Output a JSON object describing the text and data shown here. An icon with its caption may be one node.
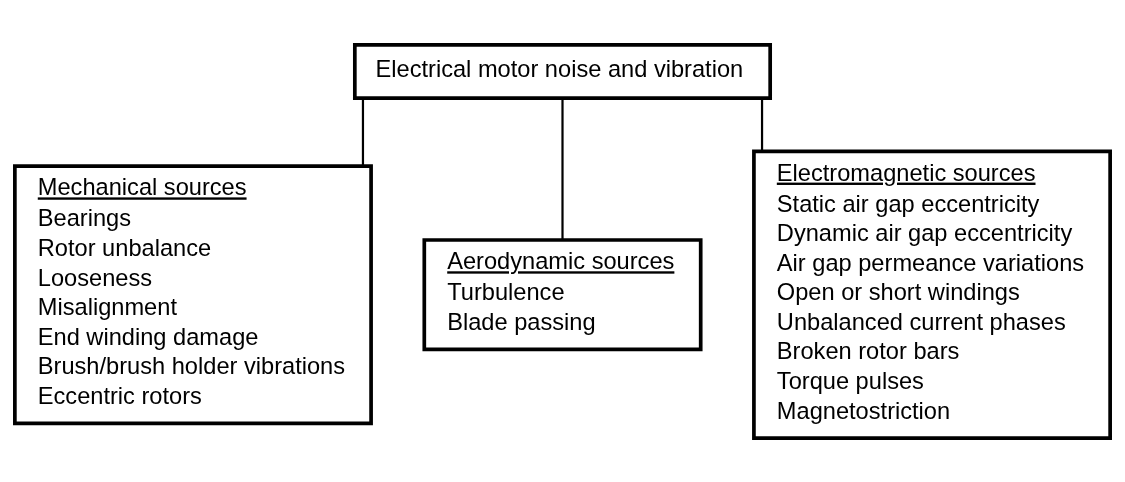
{
  "diagram": {
    "nodes": [
      {
        "text": [
          "Electrical motor noise and vibration"
        ]
      },
      {
        "text": [
          "Mechanical sources",
          "Bearings",
          "Rotor unbalance",
          "Looseness",
          "Misalignment",
          "End winding damage",
          "Brush/brush holder vibrations",
          "Eccentric rotors"
        ]
      },
      {
        "text": [
          "Aerodynamic sources",
          "Turbulence",
          "Blade passing"
        ]
      },
      {
        "text": [
          "Electromagnetic sources",
          "Static air gap eccentricity",
          "Dynamic air gap eccentricity",
          "Air gap permeance variations",
          "Open or short windings",
          "Unbalanced current phases",
          "Broken rotor bars",
          "Torque pulses",
          "Magnetostriction"
        ]
      }
    ],
    "edges": [
      {
        "from": 0,
        "to": 1,
        "arrow": "none"
      },
      {
        "from": 0,
        "to": 2,
        "arrow": "none"
      },
      {
        "from": 0,
        "to": 3,
        "arrow": "none"
      }
    ]
  }
}
